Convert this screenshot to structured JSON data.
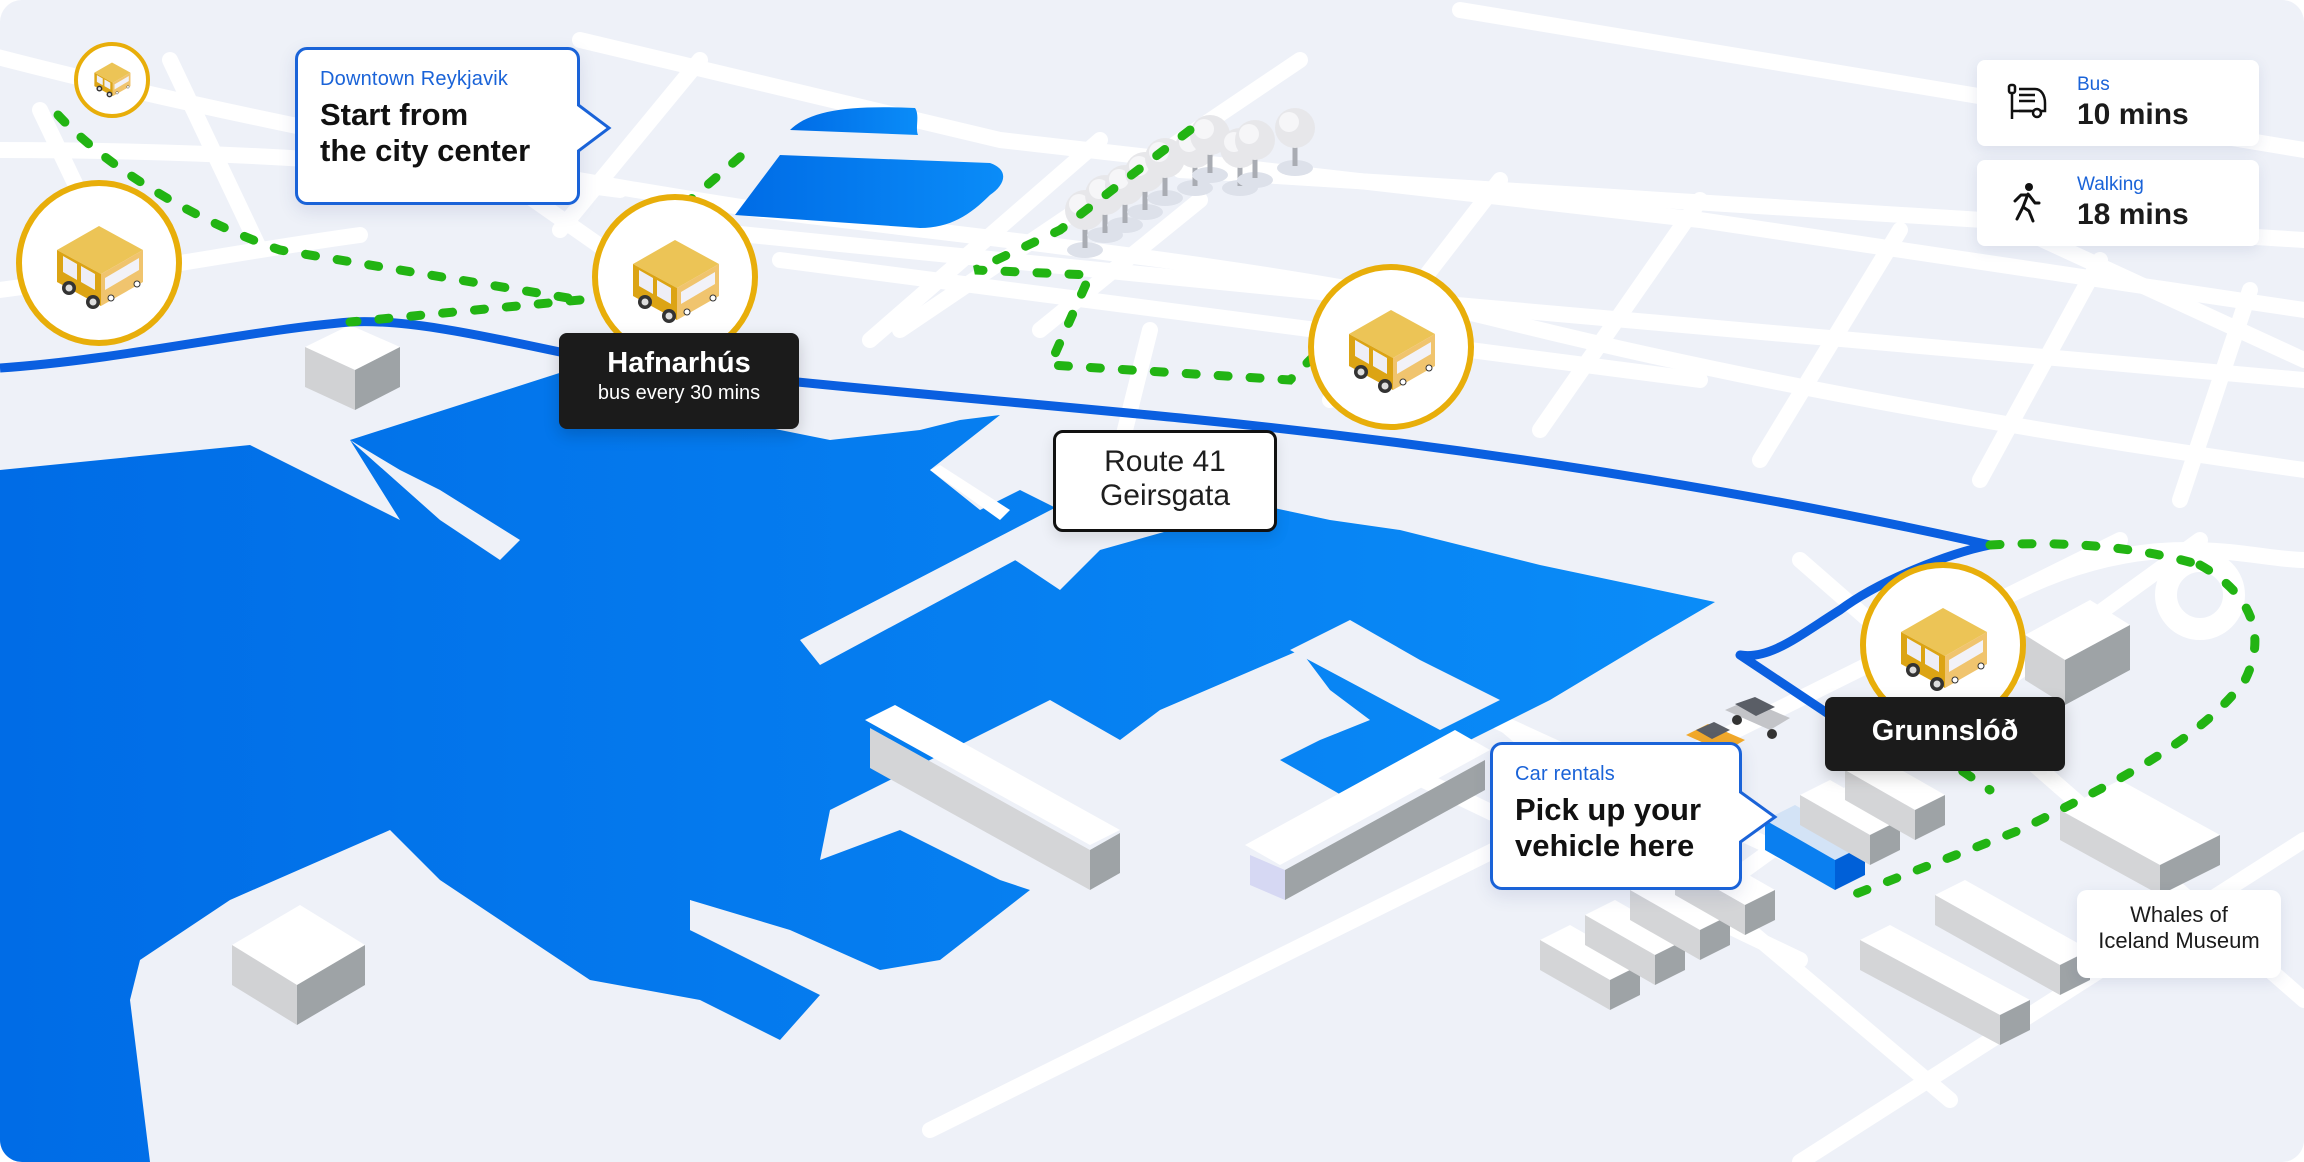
{
  "map": {
    "colors": {
      "background": "#eef1f8",
      "road": "#ffffff",
      "water": "#0a7ff0",
      "water_deep": "#0069e0",
      "bus_route": "#0a5fe0",
      "walking_route": "#22b413",
      "marker_ring": "#e8ae0a",
      "bus_body": "#e6b53a",
      "callout_border": "#1a63d8",
      "stop_label_bg": "#1b1b1b"
    }
  },
  "legend": {
    "bus": {
      "icon": "bus-stop-icon",
      "label": "Bus",
      "value": "10 mins"
    },
    "walking": {
      "icon": "walking-person-icon",
      "label": "Walking",
      "value": "18 mins"
    }
  },
  "callouts": {
    "downtown": {
      "eyebrow": "Downtown Reykjavik",
      "line1": "Start from",
      "line2": "the city center"
    },
    "car_rentals": {
      "eyebrow": "Car rentals",
      "line1": "Pick up your",
      "line2": "vehicle here"
    }
  },
  "stops": {
    "hafnarhus": {
      "name": "Hafnarhús",
      "sub": "bus every 30 mins"
    },
    "grunnslod": {
      "name": "Grunnslóð"
    }
  },
  "route_label": {
    "line1": "Route 41",
    "line2": "Geirsgata"
  },
  "landmarks": {
    "museum": {
      "line1": "Whales of",
      "line2": "Iceland Museum"
    }
  },
  "bus_markers": [
    {
      "id": "bus-small-top-left",
      "icon": "bus-icon"
    },
    {
      "id": "bus-left",
      "icon": "bus-icon"
    },
    {
      "id": "bus-hafnarhus",
      "icon": "bus-icon"
    },
    {
      "id": "bus-center",
      "icon": "bus-icon"
    },
    {
      "id": "bus-grunnslod",
      "icon": "bus-icon"
    }
  ]
}
